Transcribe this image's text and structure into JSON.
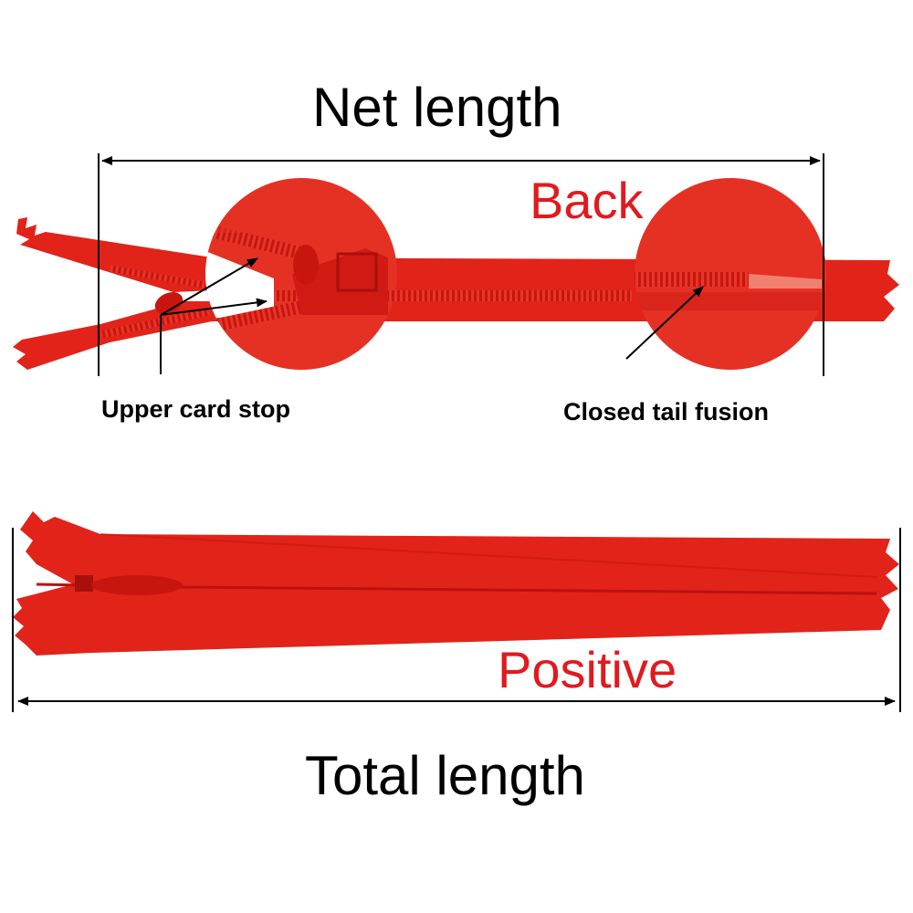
{
  "labels": {
    "net_length": "Net length",
    "back": "Back",
    "upper_card_stop": "Upper card stop",
    "closed_tail_fusion": "Closed tail fusion",
    "positive": "Positive",
    "total_length": "Total length"
  },
  "colors": {
    "zipper_red": "#e2231a",
    "zipper_dark": "#b9120f",
    "label_red": "#e01a1e",
    "text_black": "#000000"
  },
  "icons": {
    "dimension_arrow": "double-headed-arrow",
    "callout_arrow": "pointer-arrow"
  }
}
